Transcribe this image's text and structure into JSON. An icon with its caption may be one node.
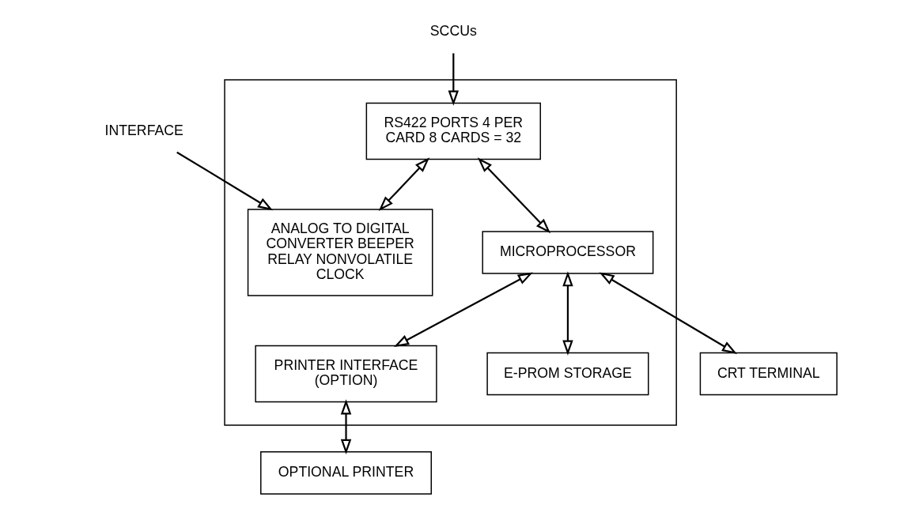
{
  "diagram": {
    "nodes": [
      {
        "text": [],
        "shape": "box"
      },
      {
        "text": [
          "SCCUs"
        ]
      },
      {
        "text": [
          "CRT TERMINAL"
        ]
      },
      {
        "text": [
          "OPTIONAL PRINTER"
        ]
      },
      {
        "text": [
          "RS422 PORTS 4 PER CARD 8 CARDS = 32"
        ],
        "in": 0
      },
      {
        "text": [
          "MICROPROCESSOR"
        ],
        "in": 0
      },
      {
        "text": [
          "PRINTER INTERFACE (OPTION)"
        ],
        "in": 0
      },
      {
        "text": [
          "ANALOG TO DIGITAL CONVERTER BEEPER RELAY NONVOLATILE CLOCK"
        ],
        "in": 0
      },
      {
        "text": [
          "E-PROM STORAGE"
        ],
        "in": 0
      },
      {
        "text": [
          "INTERFACE"
        ]
      }
    ],
    "edges": [
      {
        "from": 1,
        "to": 4,
        "arrow": "to"
      },
      {
        "from": 5,
        "to": 2,
        "arrow": "both"
      },
      {
        "from": 6,
        "to": 3,
        "arrow": "both"
      },
      {
        "from": 4,
        "to": 7,
        "arrow": "both"
      },
      {
        "from": 4,
        "to": 5,
        "arrow": "both"
      },
      {
        "from": 5,
        "to": 8,
        "arrow": "both"
      },
      {
        "from": 5,
        "to": 6,
        "arrow": "both"
      },
      {
        "from": 9,
        "to": 7,
        "arrow": "to"
      }
    ]
  }
}
